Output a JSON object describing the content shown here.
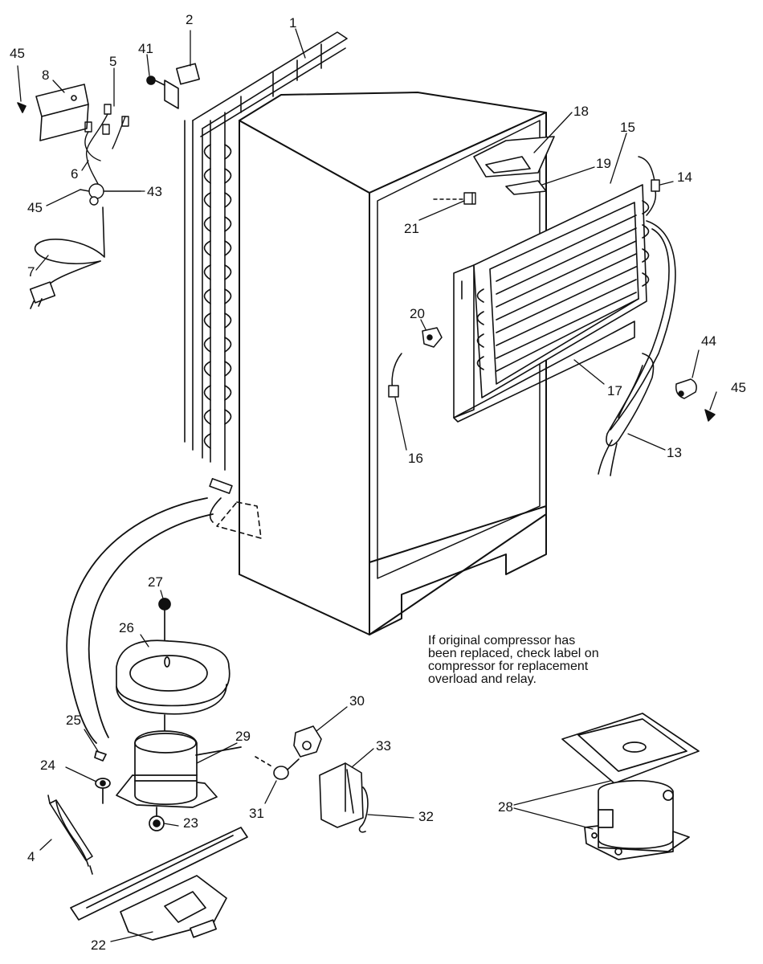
{
  "diagram": {
    "callouts": [
      "1",
      "2",
      "41",
      "45",
      "8",
      "5",
      "6",
      "43",
      "45",
      "7",
      "18",
      "15",
      "19",
      "14",
      "21",
      "20",
      "44",
      "45",
      "17",
      "16",
      "13",
      "27",
      "26",
      "25",
      "29",
      "30",
      "33",
      "24",
      "31",
      "32",
      "23",
      "4",
      "22",
      "28"
    ],
    "note": [
      "If original compressor has",
      "been replaced, check label on",
      "compressor for replacement",
      "overload and relay."
    ]
  }
}
